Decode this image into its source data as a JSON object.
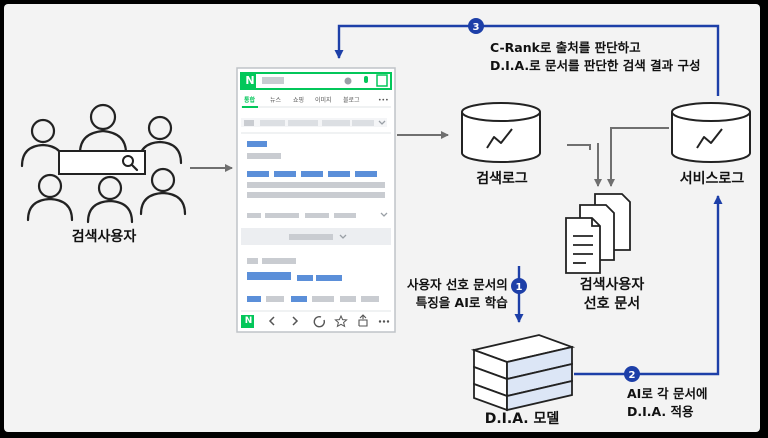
{
  "diagram": {
    "search_users_label": "검색사용자",
    "search_log_label": "검색로그",
    "service_log_label": "서비스로그",
    "preferred_docs_label": [
      "검색사용자",
      "선호 문서"
    ],
    "dia_model_label": "D.I.A. 모델",
    "step1": {
      "number": "1",
      "lines": [
        "사용자 선호 문서의",
        "특징을 AI로 학습"
      ]
    },
    "step2": {
      "number": "2",
      "lines": [
        "AI로 각 문서에",
        "D.I.A. 적용"
      ]
    },
    "step3": {
      "number": "3",
      "lines": [
        "C-Rank로 출처를 판단하고",
        "D.I.A.로 문서를 판단한 검색 결과 구성"
      ]
    }
  },
  "phone": {
    "logo_letter": "N",
    "tabs": [
      "통합",
      "뉴스",
      "쇼핑",
      "이미지",
      "블로그",
      "•••"
    ]
  },
  "colors": {
    "accent_blue": "#1d3fa8",
    "naver_green": "#03c75a",
    "bar_blue": "#5b8fd9",
    "bar_gray": "#c9ccd1"
  }
}
